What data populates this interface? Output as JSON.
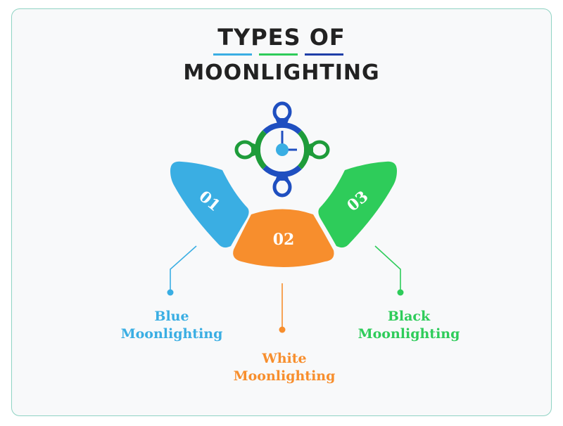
{
  "title": {
    "line1": "TYPES OF",
    "line2": "MOONLIGHTING"
  },
  "colors": {
    "blue": "#3aaee3",
    "orange": "#f78e2d",
    "green": "#2ecc5a",
    "navy": "#1f4fc0",
    "dark_green": "#1e9c3a",
    "title_text": "#222222"
  },
  "icons": {
    "center": "clock-icon"
  },
  "segments": [
    {
      "number": "01",
      "label_line1": "Blue",
      "label_line2": "Moonlighting"
    },
    {
      "number": "02",
      "label_line1": "White",
      "label_line2": "Moonlighting"
    },
    {
      "number": "03",
      "label_line1": "Black",
      "label_line2": "Moonlighting"
    }
  ]
}
